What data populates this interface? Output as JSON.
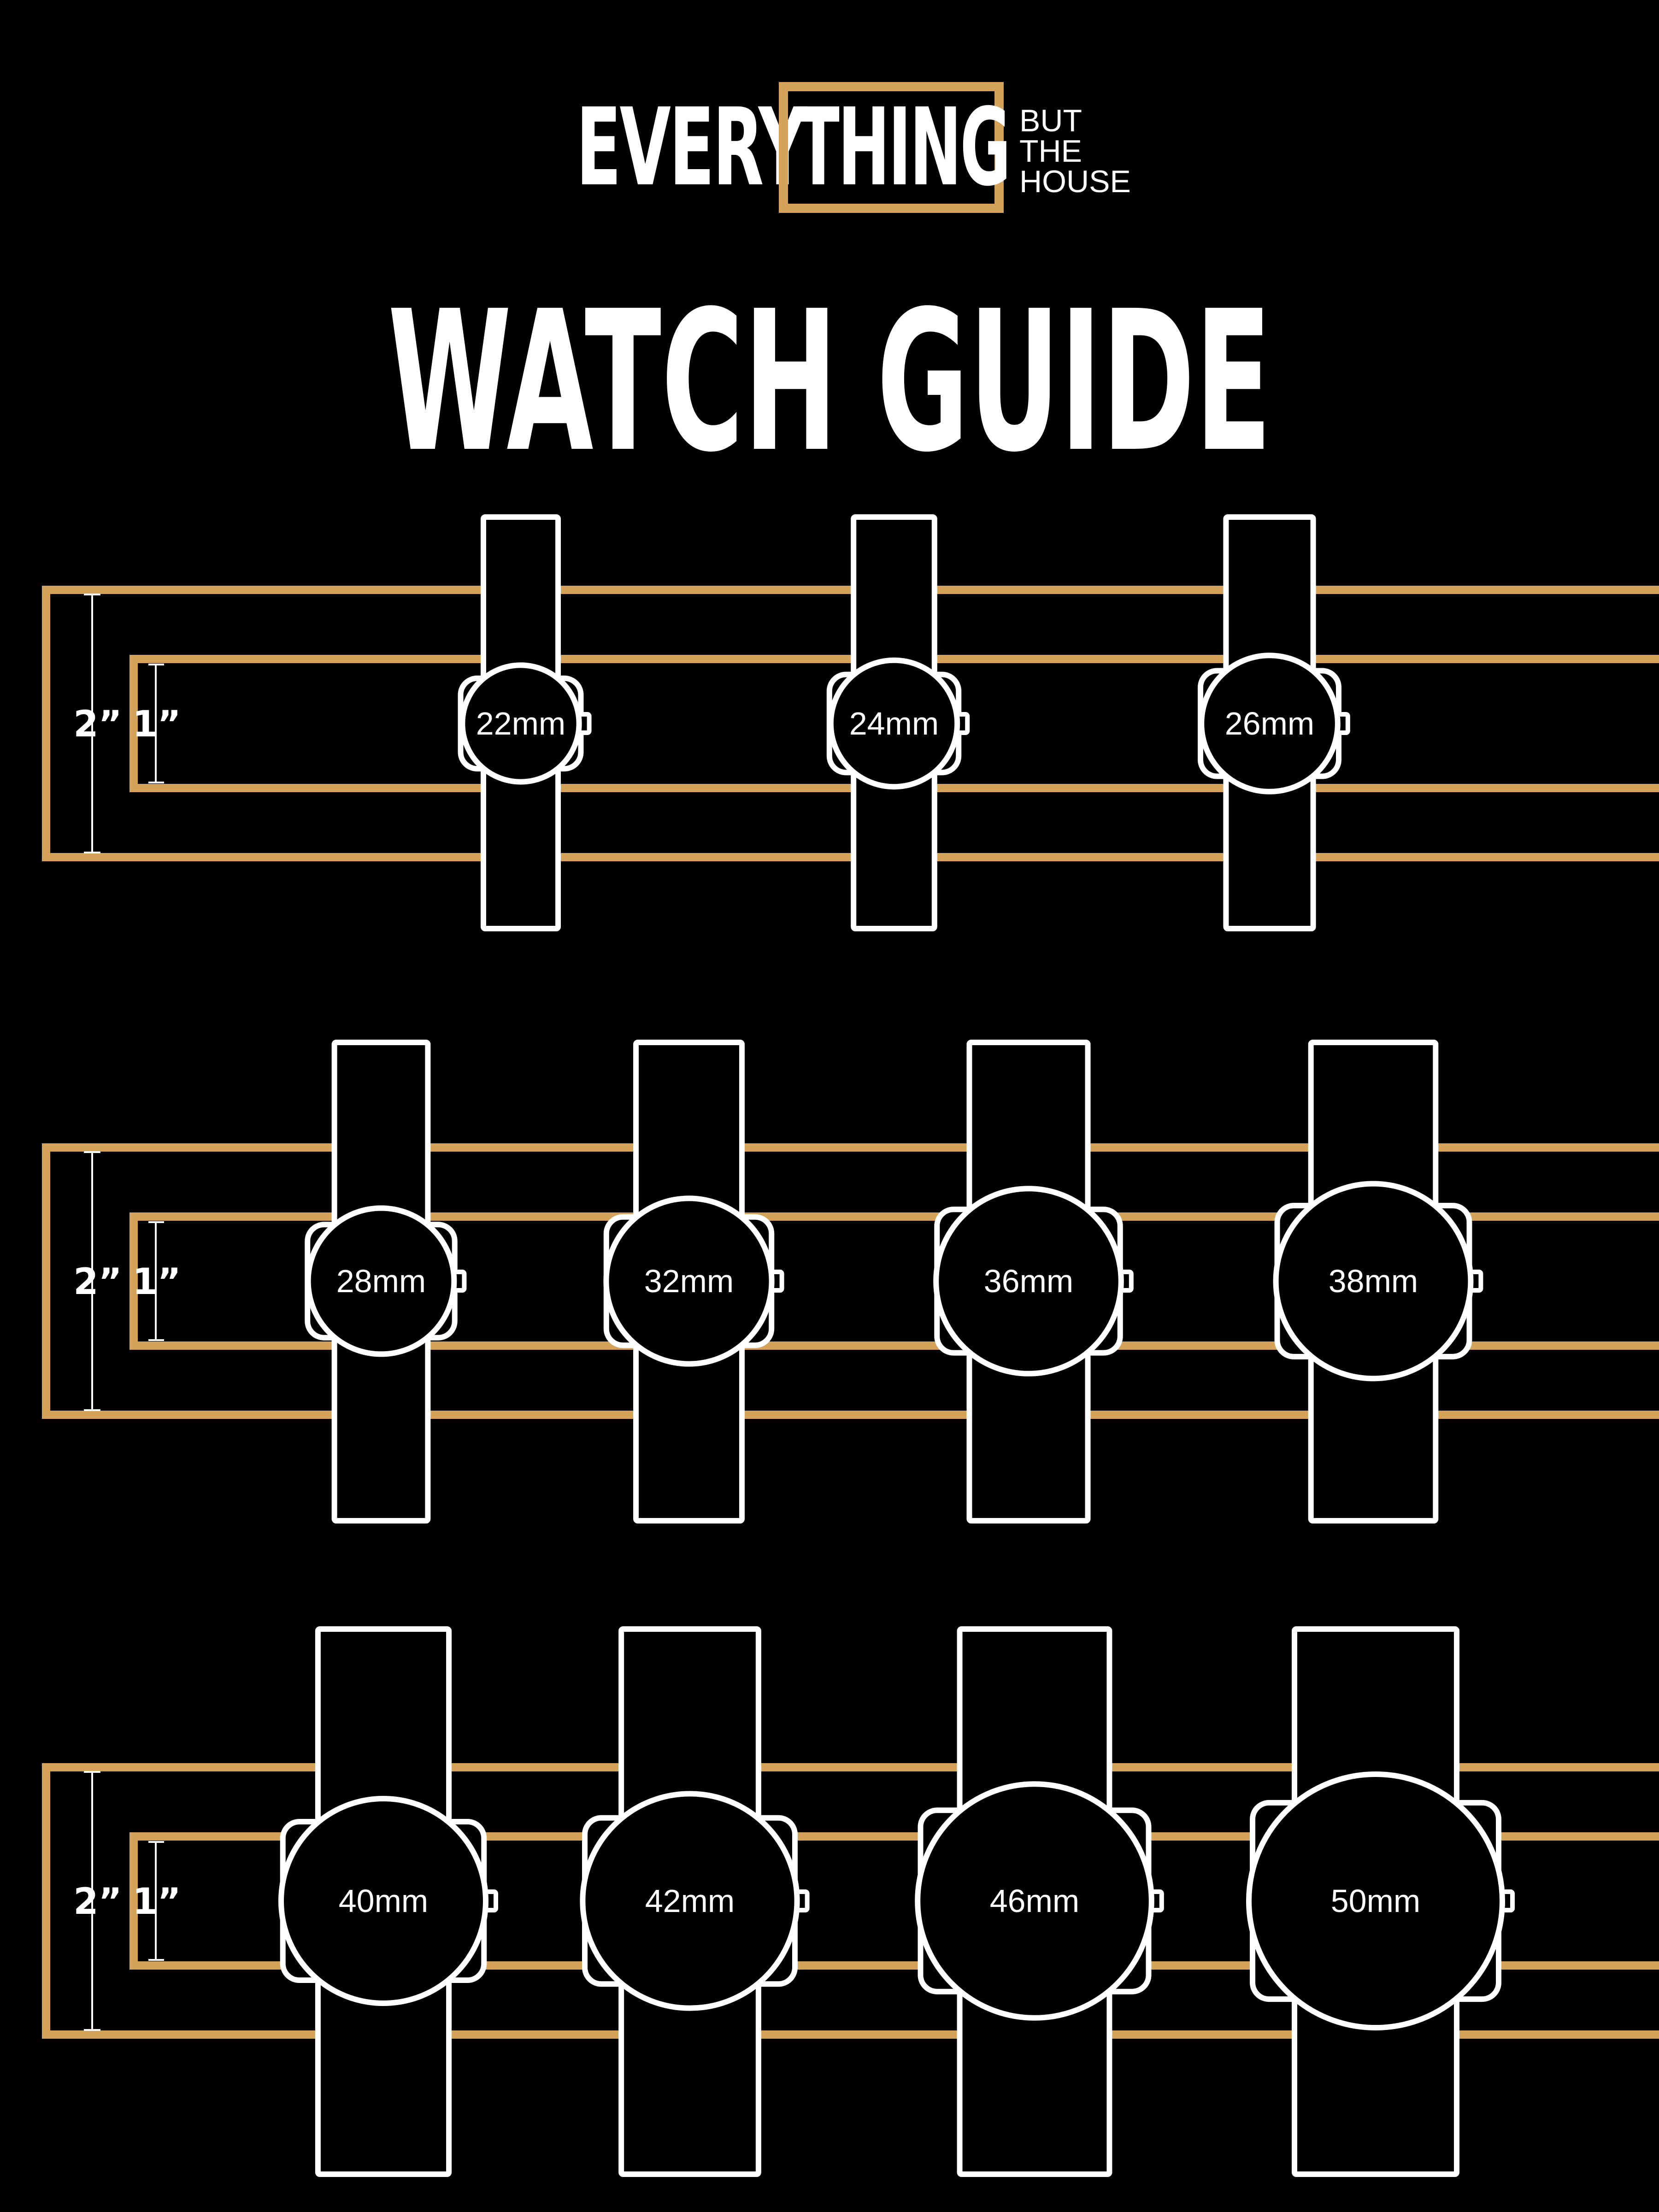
{
  "logo": {
    "every": "EVERY",
    "thing": "THING",
    "but": "BUT",
    "the": "THE",
    "house": "HOUSE"
  },
  "title": "WATCH GUIDE",
  "colors": {
    "background": "#000000",
    "gold": "#d4a259",
    "outline": "#ffffff"
  },
  "scale_labels": {
    "two_inch": "2”",
    "one_inch": "1”"
  },
  "chart_data": {
    "type": "diagram",
    "description_units": "mm",
    "rows": [
      {
        "sizes": [
          22,
          24,
          26
        ],
        "labels": [
          "22mm",
          "24mm",
          "26mm"
        ]
      },
      {
        "sizes": [
          28,
          32,
          36,
          38
        ],
        "labels": [
          "28mm",
          "32mm",
          "36mm",
          "38mm"
        ]
      },
      {
        "sizes": [
          40,
          42,
          46,
          50
        ],
        "labels": [
          "40mm",
          "42mm",
          "46mm",
          "50mm"
        ]
      }
    ]
  }
}
